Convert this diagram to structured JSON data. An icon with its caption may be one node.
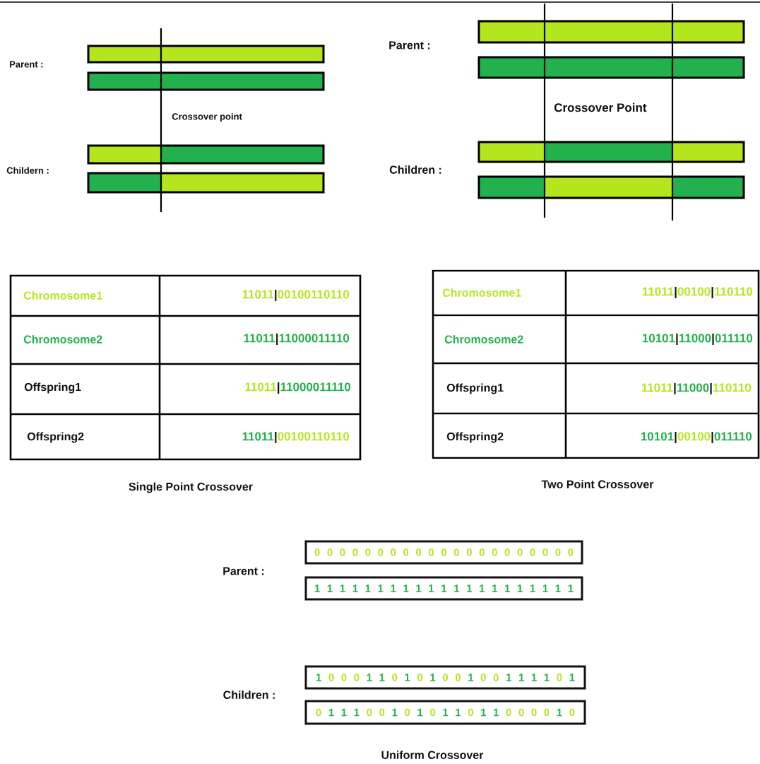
{
  "diagram": {
    "nodes": [
      {
        "text": [
          "0 0 0 0 0 0 0 0 0 0 0 0 0 0 0 0 0 0 0 0 0"
        ]
      },
      {
        "text": [
          "1 1 1 1 1 1 1 1 1 1 1 1 1 1 1 1 1 1 1 1 1"
        ]
      },
      {
        "text": [
          "1",
          "0 0 0",
          "1 1",
          "0",
          "1",
          "0",
          "1",
          "0 0",
          "1",
          "0 0",
          "1 1 1 1",
          "0",
          "1"
        ]
      },
      {
        "text": [
          "0",
          "1 1 1",
          "0 0",
          "1",
          "0",
          "1",
          "0",
          "1 1",
          "0",
          "1 1",
          "0 0 0 0",
          "1",
          "0"
        ]
      }
    ],
    "labels": [
      "Parent :",
      "Crossover point",
      "Childern :",
      "Parent :",
      "Crossover Point",
      "Children :",
      "Chromosome1",
      "11011",
      "|",
      "00100110110",
      "Chromosome2",
      "11011",
      "|",
      "11000011110",
      "Offspring1",
      "11011",
      "|",
      "11000011110",
      "Offspring2",
      "11011",
      "|",
      "00100110110",
      "Single Point Crossover",
      "Chromosome1",
      "11011",
      "|",
      "00100",
      "|",
      "110110",
      "Chromosome2",
      "10101",
      "|",
      "11000",
      "|",
      "011110",
      "Offspring1",
      "11011",
      "|",
      "11000",
      "|",
      "110110",
      "Offspring2",
      "10101",
      "|",
      "00100",
      "|",
      "011110",
      "Two Point Crossover",
      "Parent :",
      "Children :",
      "Uniform Crossover"
    ]
  }
}
